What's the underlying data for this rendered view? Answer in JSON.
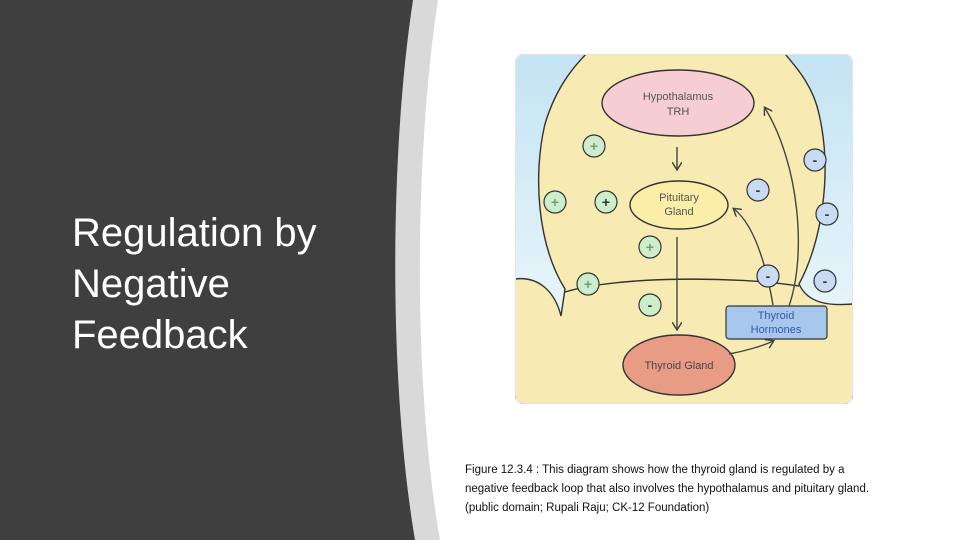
{
  "slide": {
    "title_lines": [
      "Regulation by",
      "Negative",
      "Feedback"
    ]
  },
  "diagram": {
    "nodes": {
      "hypothalamus": {
        "label_lines": [
          "Hypothalamus",
          "TRH"
        ]
      },
      "pituitary": {
        "label_lines": [
          "Pituitary",
          "Gland"
        ]
      },
      "thyroid_gland": {
        "label": "Thyroid Gland"
      },
      "thyroid_hormones": {
        "label_lines": [
          "Thyroid",
          "Hormones"
        ]
      }
    },
    "signs": {
      "plus": "+",
      "minus": "-"
    }
  },
  "caption": {
    "lines": [
      "Figure 12.3.4 : This diagram shows how the thyroid gland is regulated by a",
      "negative feedback loop that also involves the hypothalamus and pituitary gland.",
      "(public domain; Rupali Raju; CK-12 Foundation)"
    ]
  },
  "colors": {
    "dark_panel": "#3f3f3f",
    "accent_stripe": "#d9d9d9",
    "skin": "#f7eab2",
    "sky": "#cfe8f4",
    "oval_pink": "#f5cdd2",
    "gland_salmon": "#e99c85",
    "gland_yellow": "#fbeea9",
    "hormone_box": "#a8c7ec",
    "hormone_text": "#2f5aa6",
    "plus_fill": "#cdeecb",
    "minus_fill": "#c7dcf3"
  }
}
